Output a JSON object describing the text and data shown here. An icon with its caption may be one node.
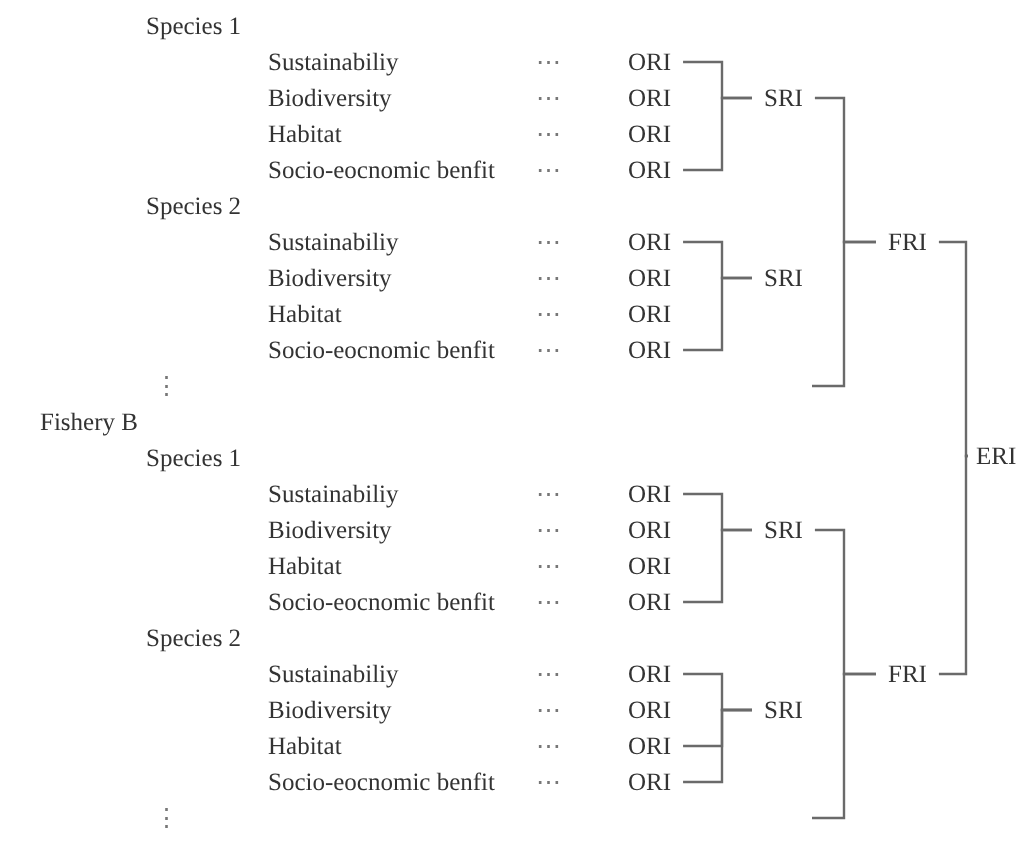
{
  "diagram": {
    "nodes": [
      {
        "text": [
          "ORI"
        ]
      },
      {
        "text": [
          "ORI"
        ]
      },
      {
        "text": [
          "SRI"
        ]
      },
      {
        "text": [
          "ORI"
        ]
      },
      {
        "text": [
          "ORI"
        ]
      },
      {
        "text": [
          "ORI"
        ]
      },
      {
        "text": [
          "FRI"
        ]
      },
      {
        "text": [
          "ORI"
        ]
      },
      {
        "text": [
          "SRI"
        ]
      },
      {
        "text": [
          "ORI"
        ]
      },
      {
        "text": [
          "ORI"
        ]
      },
      {
        "text": [
          "ERI"
        ]
      },
      {
        "text": [
          "ORI"
        ]
      },
      {
        "text": [
          "ORI"
        ]
      },
      {
        "text": [
          "SRI"
        ]
      },
      {
        "text": [
          "ORI"
        ]
      },
      {
        "text": [
          "ORI"
        ]
      },
      {
        "text": [
          "ORI"
        ]
      },
      {
        "text": [
          "FRI"
        ]
      },
      {
        "text": [
          "ORI"
        ]
      },
      {
        "text": [
          "SRI"
        ]
      },
      {
        "text": [
          "ORI"
        ]
      },
      {
        "text": [
          "ORI"
        ]
      }
    ],
    "edges": [
      {
        "from": 0,
        "to": 2,
        "arrow": "none"
      },
      {
        "from": 4,
        "to": 2,
        "arrow": "none"
      },
      {
        "from": 5,
        "to": 8,
        "arrow": "none"
      },
      {
        "from": 10,
        "to": 8,
        "arrow": "none"
      },
      {
        "from": 2,
        "to": 6,
        "arrow": "none"
      },
      {
        "from": null,
        "to": 6,
        "arrow": "none"
      },
      {
        "from": 12,
        "to": 14,
        "arrow": "none"
      },
      {
        "from": 16,
        "to": 14,
        "arrow": "none"
      },
      {
        "from": 17,
        "to": 20,
        "arrow": "none"
      },
      {
        "from": 21,
        "to": 20,
        "arrow": "none"
      },
      {
        "from": 22,
        "to": 20,
        "arrow": "none"
      },
      {
        "from": 14,
        "to": 18,
        "arrow": "none"
      },
      {
        "from": null,
        "to": 18,
        "arrow": "none"
      },
      {
        "from": 6,
        "to": 11,
        "arrow": "none"
      },
      {
        "from": 18,
        "to": 11,
        "arrow": "none"
      }
    ],
    "labels": [
      "Species 1",
      "Sustainabiliy",
      "⋯",
      "Biodiversity",
      "⋯",
      "Habitat",
      "⋯",
      "Socio-eocnomic benfit",
      "⋯",
      "Species 2",
      "Sustainabiliy",
      "⋯",
      "Biodiversity",
      "⋯",
      "Habitat",
      "⋯",
      "Socio-eocnomic benfit",
      "⋯",
      "⋮",
      "Fishery B",
      "Species 1",
      "Sustainabiliy",
      "⋯",
      "Biodiversity",
      "⋯",
      "Habitat",
      "⋯",
      "Socio-eocnomic benfit",
      "⋯",
      "Species 2",
      "Sustainabiliy",
      "⋯",
      "Biodiversity",
      "⋯",
      "Habitat",
      "⋯",
      "Socio-eocnomic benfit",
      "⋯",
      "⋮"
    ]
  }
}
